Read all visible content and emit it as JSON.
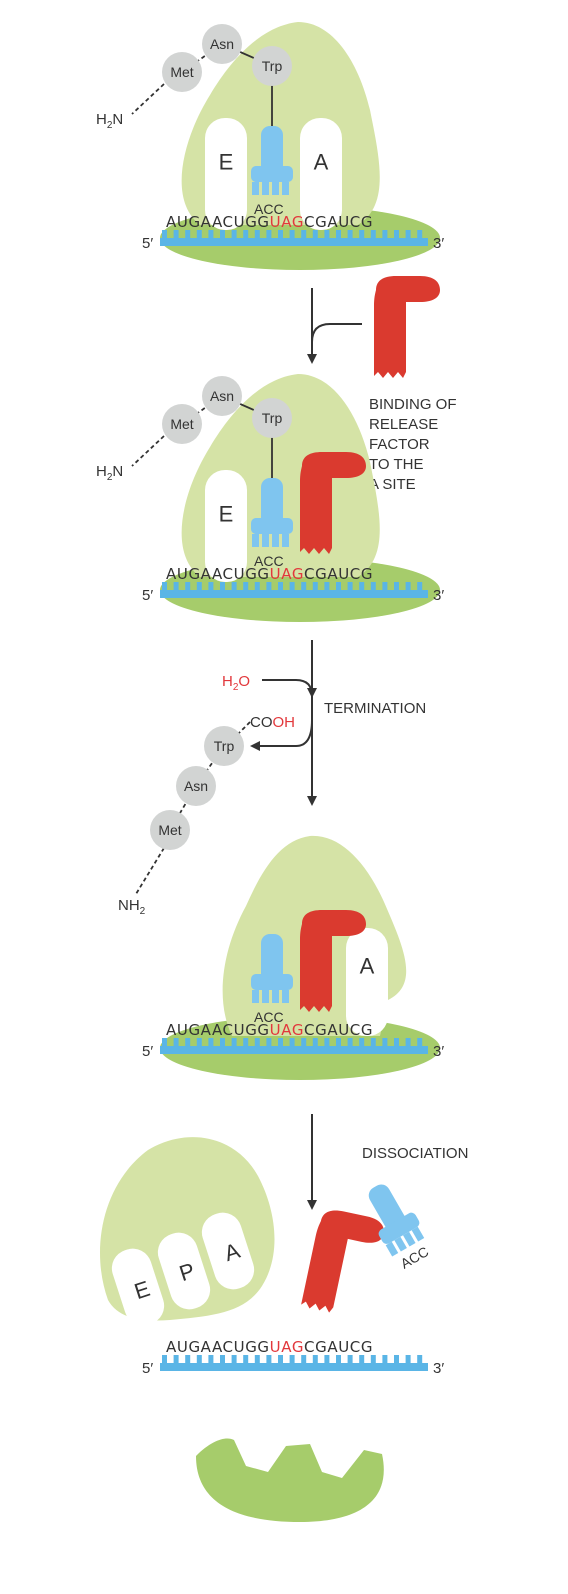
{
  "colors": {
    "large_subunit": "#d5e3a6",
    "small_subunit": "#a6cc6b",
    "mrna": "#5ab5e6",
    "trna": "#7fc5ef",
    "release_factor": "#da3a2f",
    "stop_codon": "#e2383c",
    "amino_acid": "#d2d4d3",
    "text": "#333333"
  },
  "mrna": {
    "pre": "AUGAACUGG",
    "stop": "UAG",
    "post": "CGAUCG",
    "five_prime": "5′",
    "three_prime": "3′"
  },
  "trna_anticodon": "ACC",
  "amino_acids": {
    "met": "Met",
    "asn": "Asn",
    "trp": "Trp"
  },
  "sites": {
    "e": "E",
    "p": "P",
    "a": "A"
  },
  "n_terminus": {
    "h2n_main": "H",
    "h2n_sub": "2",
    "h2n_tail": "N",
    "nh2_main": "NH",
    "nh2_sub": "2"
  },
  "hydrolysis": {
    "water_h": "H",
    "water_sub": "2",
    "water_o": "O",
    "carboxyl_co": "CO",
    "carboxyl_oh": "OH"
  },
  "labels": {
    "binding": [
      "BINDING OF",
      "RELEASE",
      "FACTOR",
      "TO THE",
      "A SITE"
    ],
    "termination": "TERMINATION",
    "dissociation": "DISSOCIATION"
  }
}
